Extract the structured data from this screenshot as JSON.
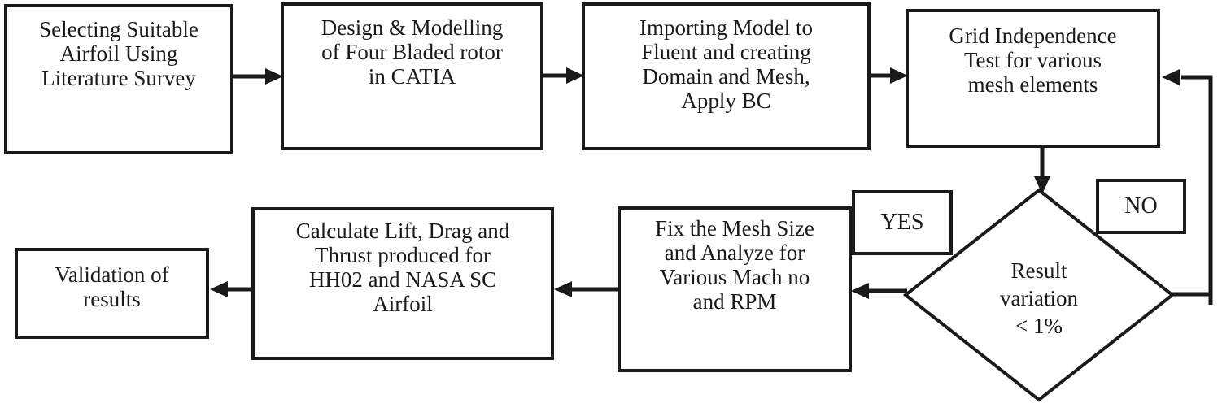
{
  "flowchart": {
    "colors": {
      "line": "#1a1a1a",
      "text": "#1a1a1a",
      "background": "#ffffff",
      "node_fill": "#ffffff"
    },
    "nodes": {
      "select_airfoil": {
        "type": "process",
        "label": "Selecting Suitable\nAirfoil Using\nLiterature Survey"
      },
      "design_catia": {
        "type": "process",
        "label": "Design & Modelling\nof Four Bladed rotor\nin CATIA"
      },
      "import_fluent": {
        "type": "process",
        "label": "Importing Model to\nFluent and creating\nDomain and Mesh,\nApply BC"
      },
      "grid_test": {
        "type": "process",
        "label": "Grid Independence\nTest for various\nmesh elements"
      },
      "decision": {
        "type": "decision",
        "label": "Result\nvariation\n< 1%"
      },
      "yes_label": {
        "type": "branch-label",
        "label": "YES"
      },
      "no_label": {
        "type": "branch-label",
        "label": "NO"
      },
      "fix_mesh": {
        "type": "process",
        "label": "Fix the Mesh Size\nand Analyze for\nVarious Mach no\nand RPM"
      },
      "calculate": {
        "type": "process",
        "label": "Calculate Lift, Drag and\nThrust produced for\nHH02 and NASA SC\nAirfoil"
      },
      "validation": {
        "type": "process",
        "label": "Validation of\nresults"
      }
    },
    "edges": [
      {
        "from": "select_airfoil",
        "to": "design_catia"
      },
      {
        "from": "design_catia",
        "to": "import_fluent"
      },
      {
        "from": "import_fluent",
        "to": "grid_test"
      },
      {
        "from": "grid_test",
        "to": "decision"
      },
      {
        "from": "decision",
        "to": "grid_test",
        "label": "NO"
      },
      {
        "from": "decision",
        "to": "fix_mesh",
        "label": "YES"
      },
      {
        "from": "fix_mesh",
        "to": "calculate"
      },
      {
        "from": "calculate",
        "to": "validation"
      }
    ]
  }
}
